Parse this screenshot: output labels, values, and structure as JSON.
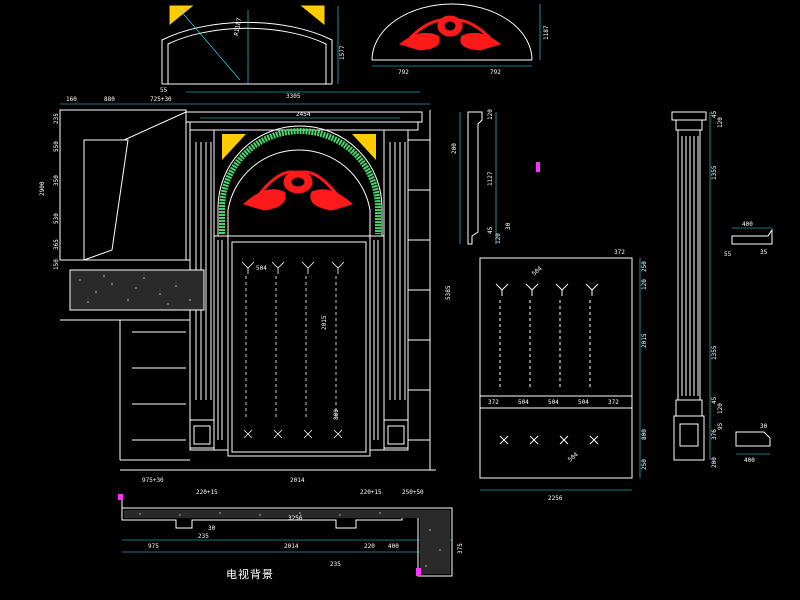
{
  "drawing_title": "电视背景",
  "colors": {
    "background": "#000000",
    "line_white": "#ffffff",
    "dimension_cyan": "#39e3ff",
    "ornament_red": "#ff1a1a",
    "ornament_gold": "#ffcc00",
    "moulding_green": "#49d66b",
    "marker_magenta": "#ff33ff"
  },
  "top_detail_labels": {
    "arch_radius": "R1187",
    "height_a": "1577",
    "width_left": "55",
    "pediment_height": "1187",
    "pediment_left": "792",
    "pediment_right": "792"
  },
  "elevation_labels": {
    "top_left": "160",
    "top_mid_left": "880",
    "top_mid_right": "725+30",
    "overall_width": "3305",
    "inner_width": "2454",
    "total_height": "2900",
    "right_height": "5385",
    "opening_width": "2015",
    "panel_width": "504",
    "panel_height": "2015",
    "panel_a": "800",
    "bottom_left": "975+30",
    "bottom_mid_left": "220+15",
    "bottom_mid": "2014",
    "bottom_mid_right": "220+15",
    "bottom_right": "250+50",
    "left_row_a": "235",
    "left_row_b": "550",
    "left_row_c": "530",
    "left_row_d": "350",
    "left_row_e": "365",
    "left_row_f": "150"
  },
  "side_panel_labels": {
    "width_total": "2256",
    "top_right": "372",
    "seg_a": "372",
    "seg_b": "504",
    "seg_c": "504",
    "seg_d": "504",
    "seg_e": "372",
    "height_a": "250",
    "height_b": "120",
    "height_c": "2015",
    "height_d": "800",
    "height_e": "250",
    "diag_a": "504",
    "diag_b": "504"
  },
  "column_labels": {
    "top_a": "45",
    "top_b": "120",
    "shaft_a": "1355",
    "shaft_b": "1355",
    "base_a": "45",
    "base_b": "120",
    "base_c": "376",
    "base_d": "95",
    "base_e": "200",
    "cap_w": "400",
    "cap_s": "35",
    "cap_t": "55",
    "base_w": "400",
    "base_s": "30"
  },
  "small_profile_labels": {
    "a": "200",
    "b": "120",
    "c": "1127",
    "d": "45",
    "e": "120",
    "f": "30"
  },
  "plan_labels": {
    "overall": "3256",
    "left": "975",
    "opening": "2014",
    "right_a": "220",
    "right_b": "400",
    "depth_a": "235",
    "depth_b": "235",
    "step": "30",
    "right_depth": "375"
  }
}
